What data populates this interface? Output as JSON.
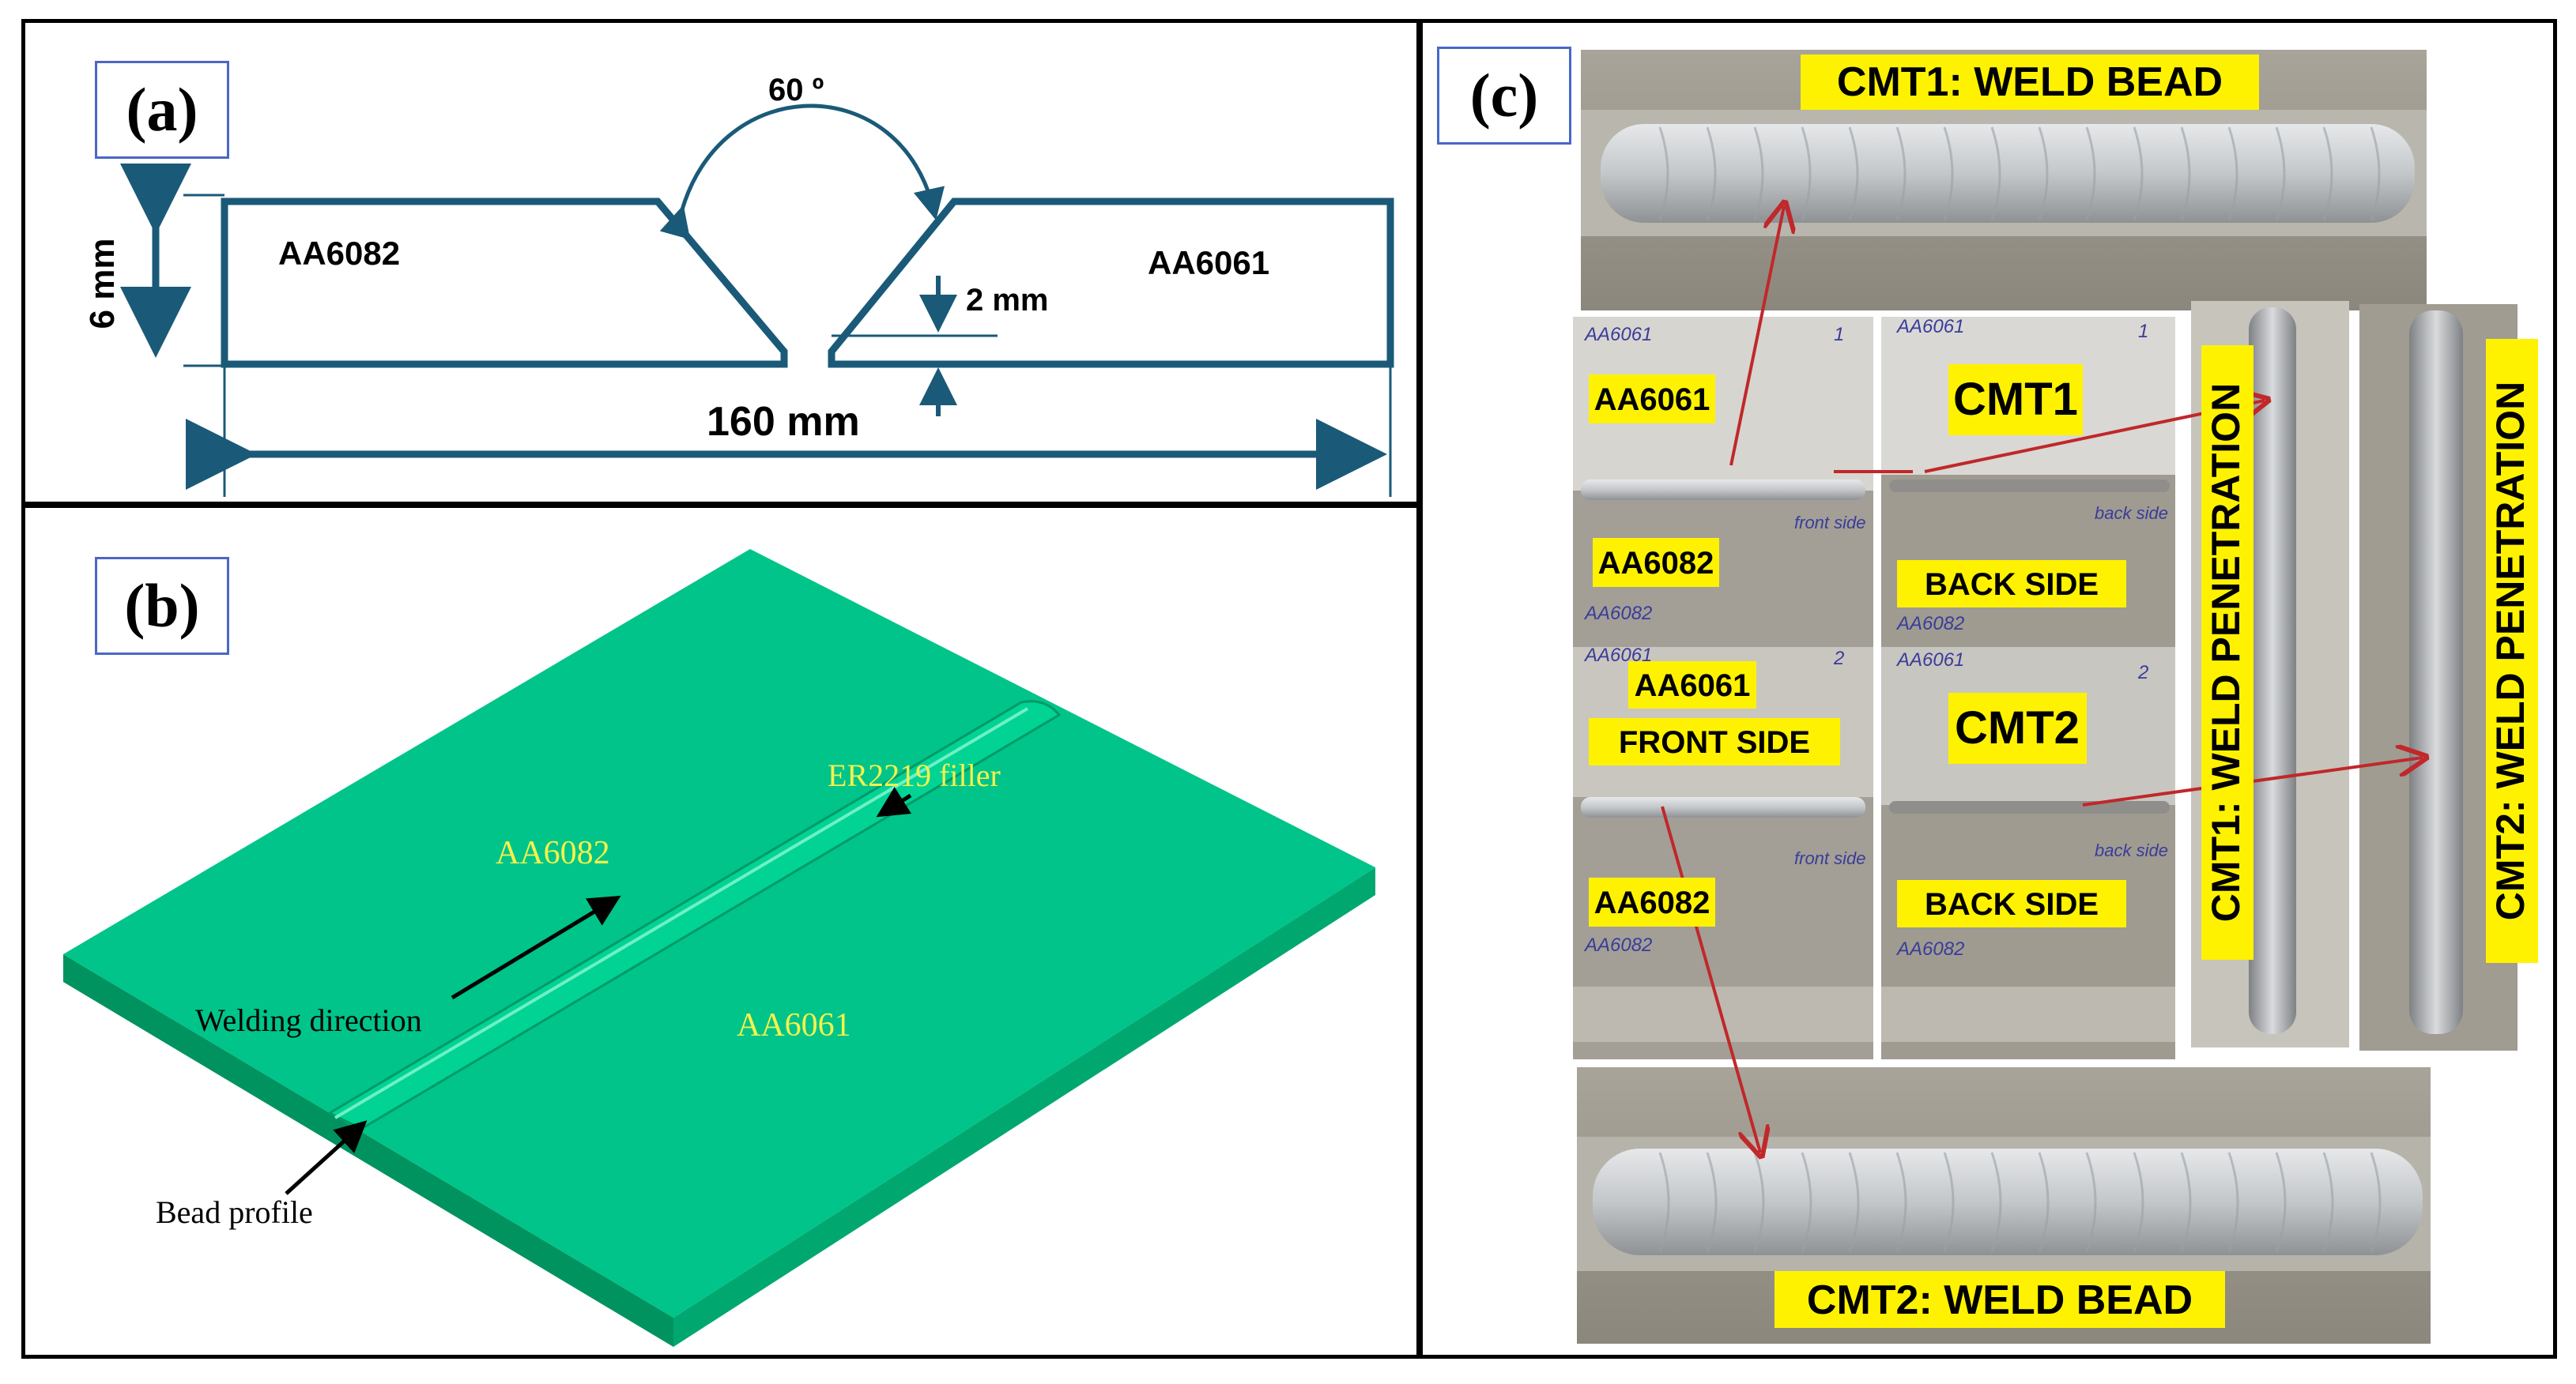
{
  "panel_a": {
    "label": "(a)",
    "angle": "60 º",
    "thickness": "6 mm",
    "left_plate": "AA6082",
    "right_plate": "AA6061",
    "root_gap": "2 mm",
    "width": "160 mm"
  },
  "panel_b": {
    "label": "(b)",
    "filler": "ER2219 filler",
    "left_plate": "AA6082",
    "right_plate": "AA6061",
    "welding_direction": "Welding direction",
    "bead_profile": "Bead profile"
  },
  "panel_c": {
    "label": "(c)",
    "cmt1_bead": "CMT1: WELD BEAD",
    "cmt2_bead": "CMT2: WELD BEAD",
    "cmt1": "CMT1",
    "cmt2": "CMT2",
    "aa6061_top": "AA6061",
    "aa6082_top": "AA6082",
    "aa6061_mid": "AA6061",
    "front_side": "FRONT SIDE",
    "aa6082_bottom": "AA6082",
    "back_side_1": "BACK SIDE",
    "back_side_2": "BACK SIDE",
    "cmt1_penetration": "CMT1: WELD PENETRATION",
    "cmt2_penetration": "CMT2: WELD PENETRATION",
    "hw_aa6061_a": "AA6061",
    "hw_aa6082_a": "AA6082",
    "hw_aa6061_b": "AA6061",
    "hw_aa6082_b": "AA6082",
    "hw_aa6061_c": "AA6061",
    "hw_aa6082_c": "AA6082",
    "hw_aa6061_d": "AA6061",
    "hw_aa6082_d": "AA6082",
    "hw_front_1": "front side",
    "hw_front_2": "front side",
    "hw_back_1": "back side",
    "hw_back_2": "back side",
    "hw_circle_1": "1",
    "hw_circle_2": "1",
    "hw_circle_3": "2",
    "hw_circle_4": "2"
  },
  "colors": {
    "outline": "#1a5a78",
    "plate_green": "#00c48a",
    "yellow_label": "#fff200",
    "arrow_red": "#c0282a"
  }
}
